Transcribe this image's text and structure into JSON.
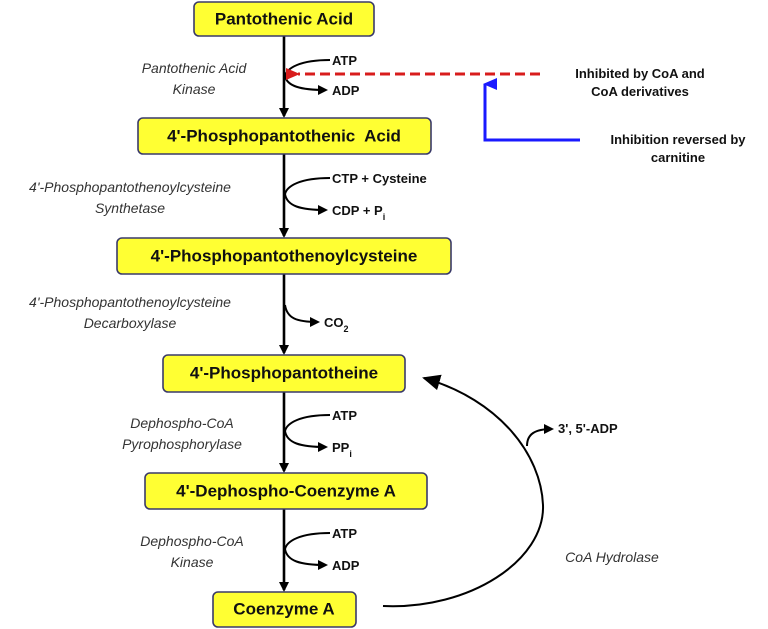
{
  "title": "Coenzyme A biosynthesis pathway",
  "colors": {
    "node_fill": "#ffff33",
    "node_border": "#3a3a6a",
    "inhibition": "#d81c1c",
    "reversal": "#1a1aff",
    "arrow": "#000000"
  },
  "nodes": [
    {
      "id": "pantothenic-acid",
      "label": "Pantothenic Acid"
    },
    {
      "id": "phosphopantothenic-acid",
      "label": "4'-Phosphopantothenic  Acid"
    },
    {
      "id": "phosphopantothenoylcysteine",
      "label": "4'-Phosphopantothenoylcysteine"
    },
    {
      "id": "phosphopantotheine",
      "label": "4'-Phosphopantotheine"
    },
    {
      "id": "dephospho-coa",
      "label": "4'-Dephospho-Coenzyme A"
    },
    {
      "id": "coenzyme-a",
      "label": "Coenzyme A"
    }
  ],
  "steps": [
    {
      "enzyme": [
        "Pantothenic Acid",
        "Kinase"
      ],
      "input": "ATP",
      "output": "ADP",
      "output_sub": ""
    },
    {
      "enzyme": [
        "4'-Phosphopantothenoylcysteine",
        "Synthetase"
      ],
      "input": "CTP + Cysteine",
      "output": "CDP + P",
      "output_sub": "i"
    },
    {
      "enzyme": [
        "4'-Phosphopantothenoylcysteine",
        "Decarboxylase"
      ],
      "input": "",
      "output": "CO",
      "output_sub": "2"
    },
    {
      "enzyme": [
        "Dephospho-CoA",
        "Pyrophosphorylase"
      ],
      "input": "ATP",
      "output": "PP",
      "output_sub": "i"
    },
    {
      "enzyme": [
        "Dephospho-CoA",
        "Kinase"
      ],
      "input": "ATP",
      "output": "ADP",
      "output_sub": ""
    }
  ],
  "recycle": {
    "enzyme": "CoA Hydrolase",
    "byproduct": "3', 5'-ADP"
  },
  "regulation": {
    "inhibition": [
      "Inhibited by CoA and",
      "CoA derivatives"
    ],
    "reversal": [
      "Inhibition reversed by",
      "carnitine"
    ]
  }
}
